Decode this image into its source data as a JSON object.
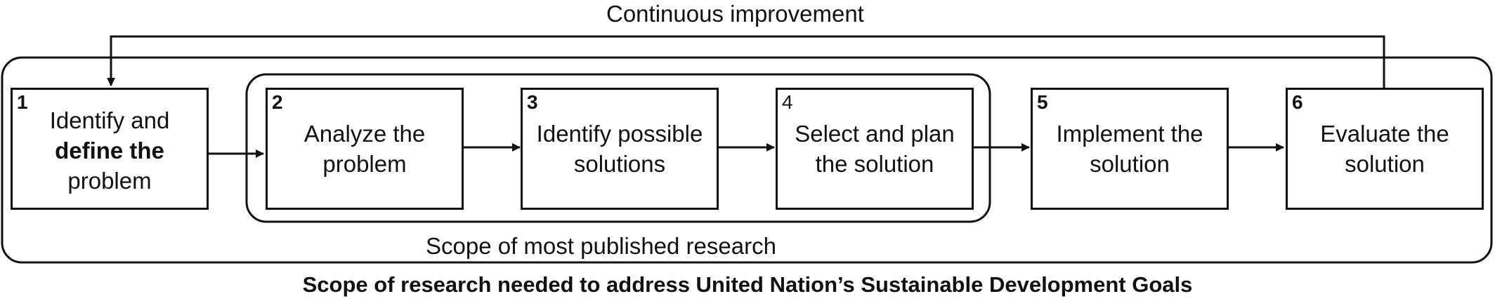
{
  "loop_label": "Continuous improvement",
  "inner_scope_label": "Scope of most published research",
  "outer_scope_label": "Scope of research needed to address United Nation’s Sustainable Development Goals",
  "steps": [
    {
      "number": "1",
      "lines": [
        "Identify and",
        "define the",
        "problem"
      ]
    },
    {
      "number": "2",
      "lines": [
        "Analyze the",
        "problem"
      ]
    },
    {
      "number": "3",
      "lines": [
        "Identify possible",
        "solutions"
      ]
    },
    {
      "number": "4",
      "lines": [
        "Select and plan",
        "the solution"
      ]
    },
    {
      "number": "5",
      "lines": [
        "Implement the",
        "solution"
      ]
    },
    {
      "number": "6",
      "lines": [
        "Evaluate the",
        "solution"
      ]
    }
  ]
}
